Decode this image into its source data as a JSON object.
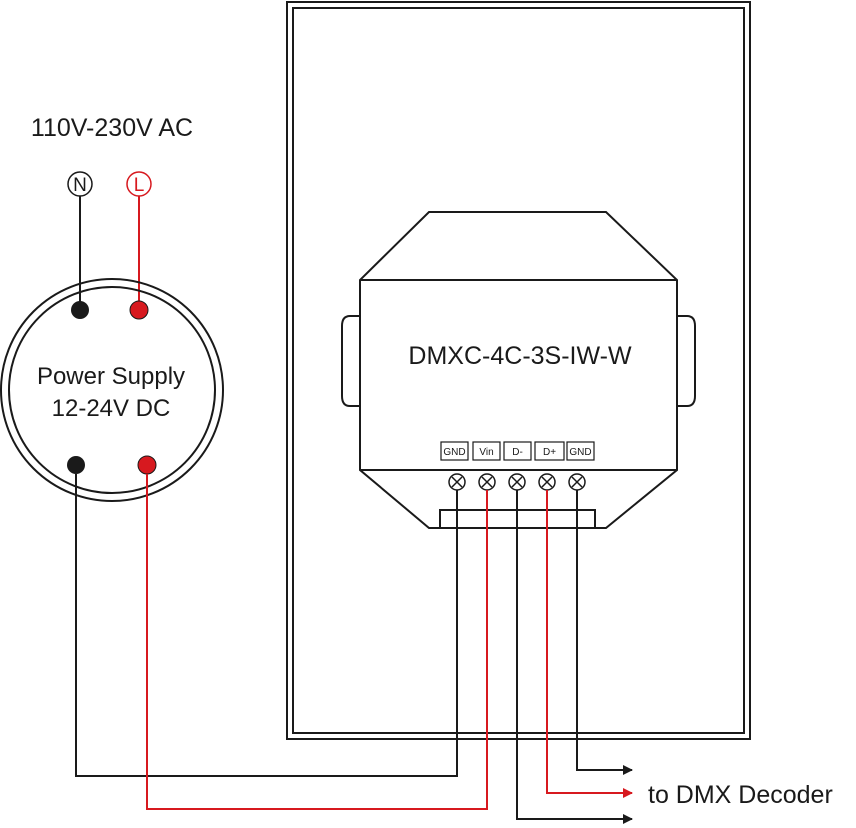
{
  "ac_source": {
    "label": "110V-230V AC",
    "neutral": "N",
    "live": "L"
  },
  "power_supply": {
    "line1": "Power Supply",
    "line2": "12-24V DC"
  },
  "device": {
    "model": "DMXC-4C-3S-IW-W",
    "terminals": [
      "GND",
      "Vin",
      "D-",
      "D+",
      "GND"
    ]
  },
  "output": {
    "label": "to DMX Decoder"
  },
  "colors": {
    "wire_black": "#1a1a1a",
    "wire_red": "#d7191f"
  }
}
